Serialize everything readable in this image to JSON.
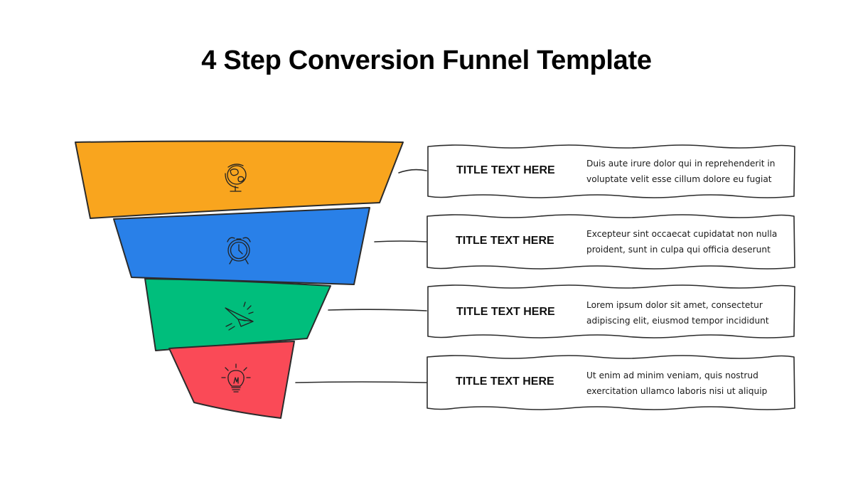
{
  "page": {
    "title": "4 Step Conversion Funnel Template"
  },
  "steps": [
    {
      "color": "#F9A51E",
      "icon": "globe-icon",
      "title": "TITLE TEXT HERE",
      "desc_line1": "Duis aute irure dolor qui in reprehenderit in",
      "desc_line2": "voluptate velit esse cillum dolore eu fugiat"
    },
    {
      "color": "#2980E8",
      "icon": "alarm-clock-icon",
      "title": "TITLE TEXT HERE",
      "desc_line1": "Excepteur sint occaecat cupidatat non nulla",
      "desc_line2": "proident, sunt in culpa qui officia deserunt"
    },
    {
      "color": "#00BE7C",
      "icon": "paper-plane-icon",
      "title": "TITLE TEXT HERE",
      "desc_line1": "Lorem ipsum dolor sit amet, consectetur",
      "desc_line2": "adipiscing elit, eiusmod tempor incididunt"
    },
    {
      "color": "#FA4A57",
      "icon": "light-bulb-icon",
      "title": "TITLE TEXT HERE",
      "desc_line1": "Ut enim ad minim veniam, quis nostrud",
      "desc_line2": "exercitation ullamco laboris nisi ut aliquip"
    }
  ]
}
